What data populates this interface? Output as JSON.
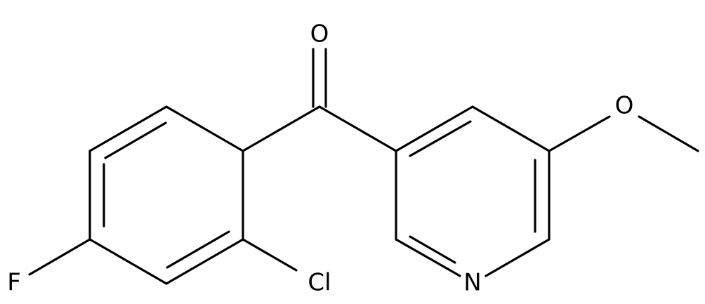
{
  "molecule": {
    "atom_labels": {
      "oxygen_carbonyl": "O",
      "oxygen_methoxy": "O",
      "nitrogen": "N",
      "chlorine": "Cl",
      "fluorine": "F"
    }
  }
}
